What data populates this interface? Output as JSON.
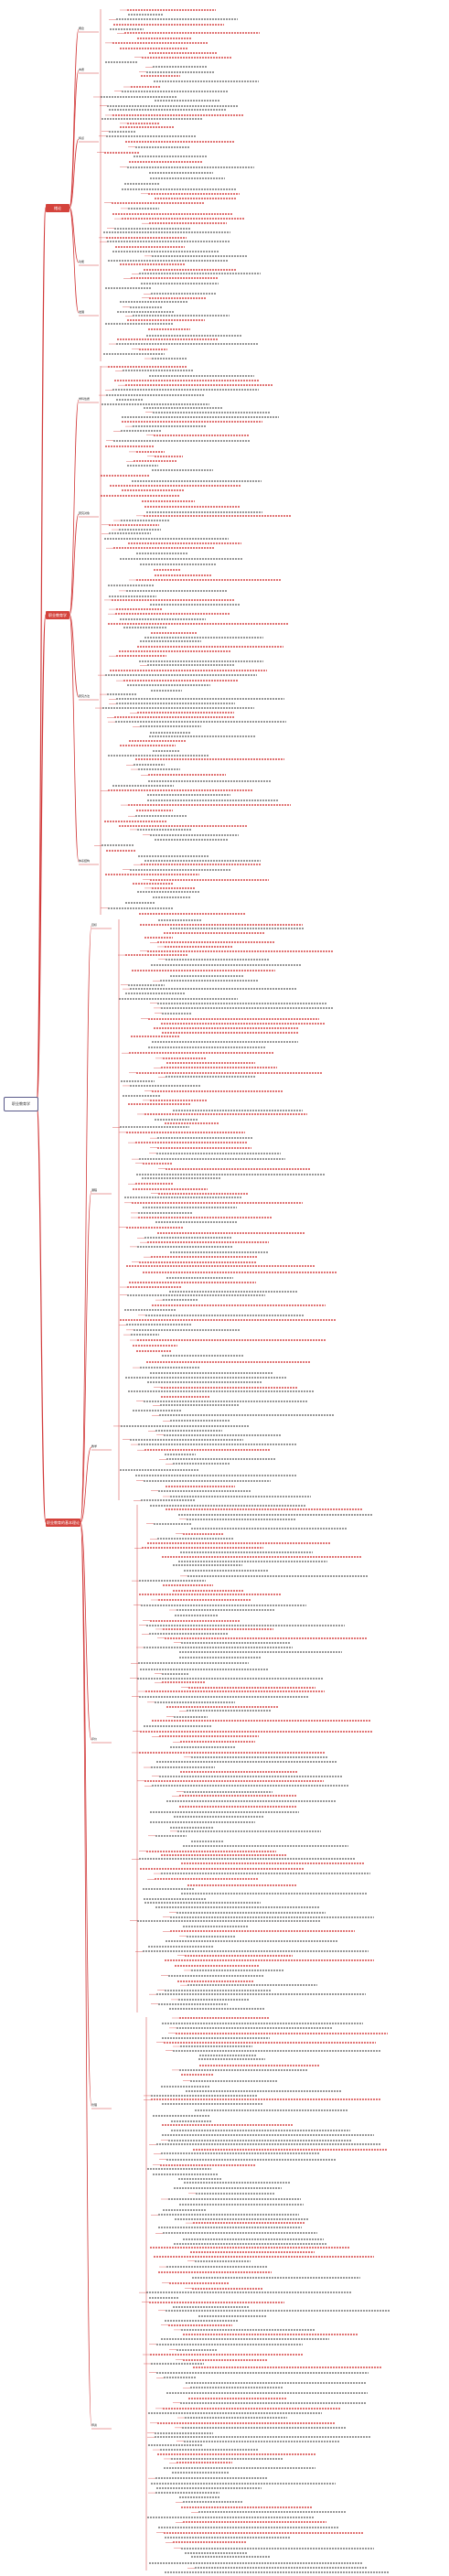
{
  "root": {
    "label": "职业教育学"
  },
  "branches": [
    {
      "label": "绪论",
      "children": [
        "概念",
        "本质",
        "特点",
        "功能",
        "发展"
      ]
    },
    {
      "label": "职业教育学",
      "children": [
        "学科性质",
        "研究对象",
        "研究方法",
        "体系结构"
      ]
    },
    {
      "label": "职业教育的基本理论",
      "children": [
        "目标",
        "课程",
        "教学",
        "评价",
        "管理",
        "师资"
      ]
    }
  ],
  "colors": {
    "branch": "#d4433c",
    "line": "#d23a3a",
    "root_border": "#5a5a8a",
    "text": "#222222"
  }
}
